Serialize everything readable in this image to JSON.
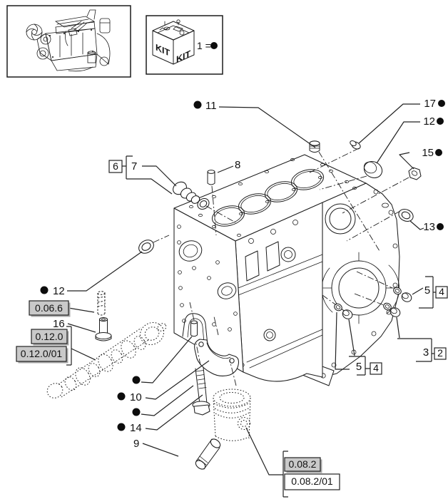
{
  "figure": {
    "kit": {
      "equals_label": "1 =",
      "kit_left": "KIT",
      "kit_right": "KIT"
    },
    "callouts": {
      "n11": "11",
      "n6": "6",
      "n7": "7",
      "n8": "8",
      "n12_left": "12",
      "n16": "16",
      "n10": "10",
      "n14": "14",
      "n9": "9",
      "n17": "17",
      "n12_right": "12",
      "n15": "15",
      "n13": "13",
      "n5_side": "5",
      "n4_side": "4",
      "n3": "3",
      "n2": "2",
      "n5_bottom": "5",
      "n4_bottom": "4"
    },
    "refs": {
      "r0066": "0.06.6",
      "r0120": "0.12.0",
      "r0120_01": "0.12.0/01",
      "r0082": "0.08.2",
      "r0082_01": "0.08.2/01"
    },
    "colors": {
      "line": "#1c1c1c",
      "ref_box_fill": "#c9c9c9",
      "ref_box_shadow": "#a9a9a9",
      "text": "#111111",
      "background": "#ffffff"
    }
  }
}
